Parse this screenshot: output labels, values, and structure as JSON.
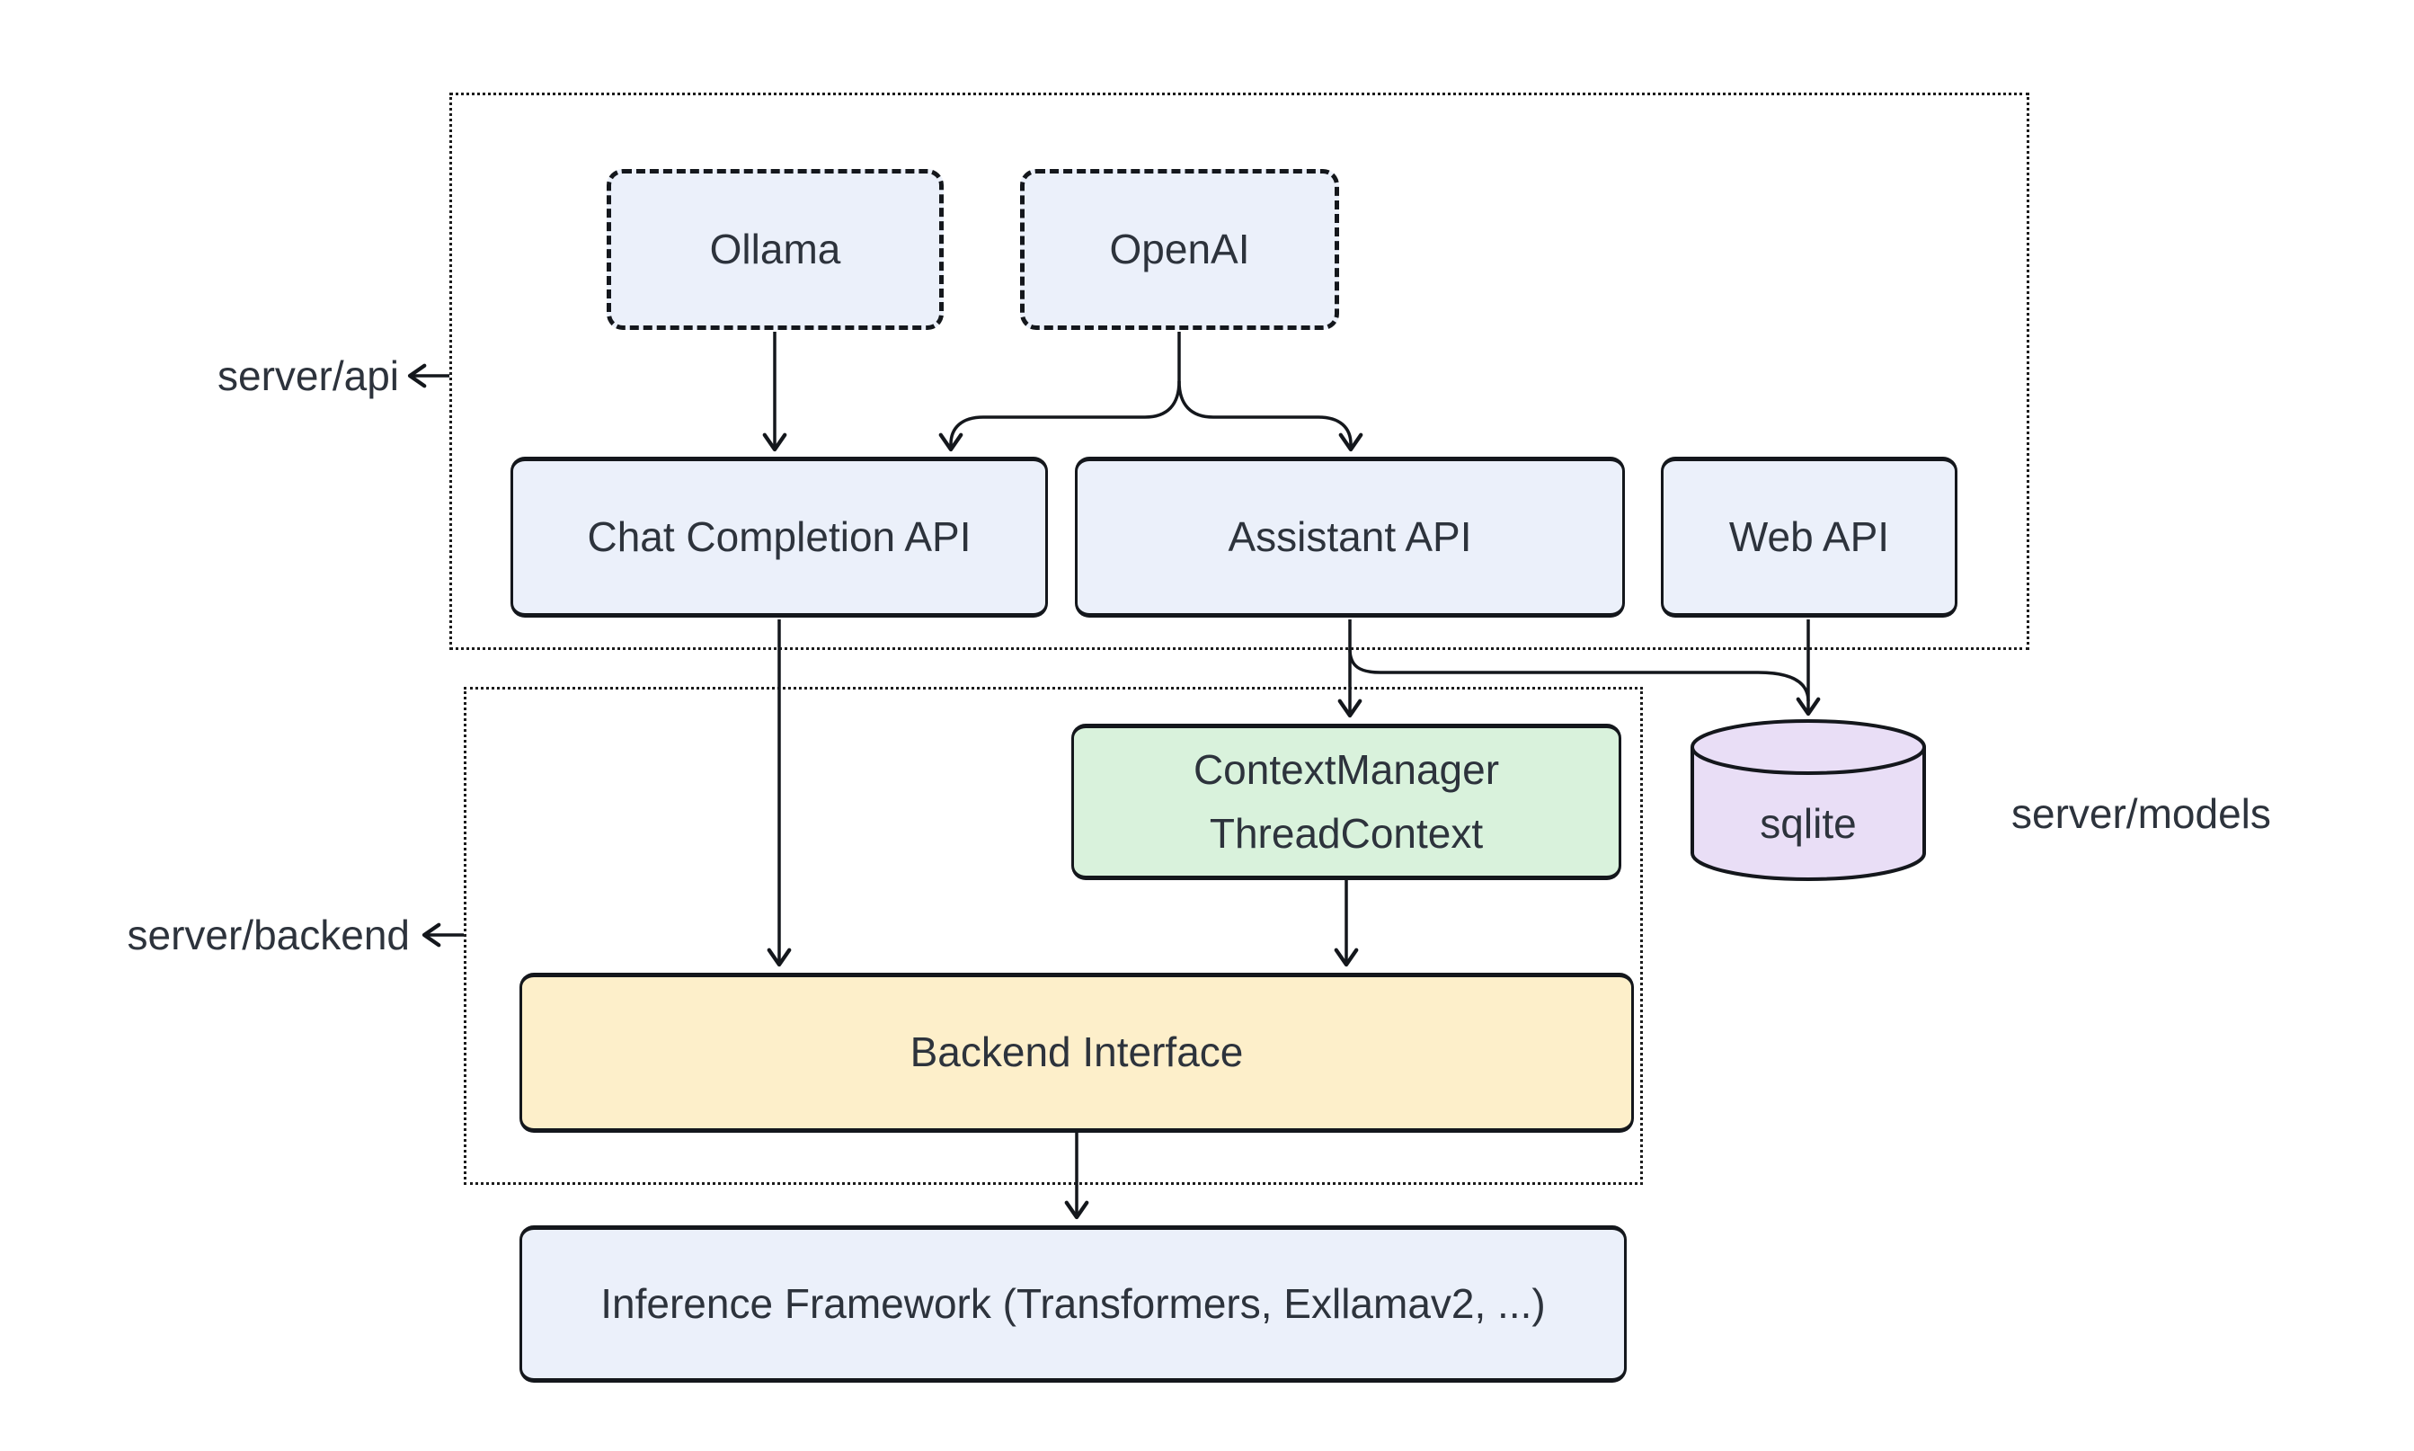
{
  "nodes": {
    "ollama": {
      "label": "Ollama"
    },
    "openai": {
      "label": "OpenAI"
    },
    "chat_completion_api": {
      "label": "Chat Completion API"
    },
    "assistant_api": {
      "label": "Assistant API"
    },
    "web_api": {
      "label": "Web API"
    },
    "context_manager": {
      "label_line1": "ContextManager",
      "label_line2": "ThreadContext"
    },
    "sqlite": {
      "label": "sqlite"
    },
    "backend_interface": {
      "label": "Backend Interface"
    },
    "inference_framework": {
      "label": "Inference Framework (Transformers, Exllamav2, ...)"
    }
  },
  "group_labels": {
    "server_api": "server/api",
    "server_backend": "server/backend",
    "server_models": "server/models"
  },
  "colors": {
    "node_blue": "#ebf0fa",
    "node_green": "#d9f2dc",
    "node_purple": "#e9def6",
    "node_yellow": "#fdefca",
    "stroke": "#14171c",
    "text": "#2d333c",
    "background": "#ffffff"
  }
}
